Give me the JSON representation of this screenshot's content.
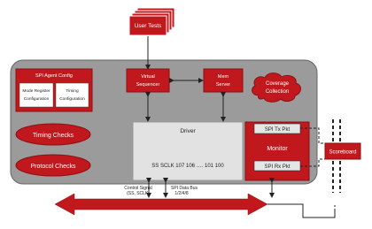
{
  "colors": {
    "red": "#c0181d",
    "red_dark": "#8d0f12",
    "env_gray": "#9b9b9b",
    "driver_gray": "#e2e2e2",
    "monitor_inner": "#e6e6e6",
    "white": "#ffffff",
    "line": "#222222"
  },
  "user_tests": {
    "label": "User Tests"
  },
  "spi_agent_config": {
    "title": "SPI Agent Config",
    "mode_register_label": "Mode Register Configuration",
    "timing_config_label": "Timing Configuration"
  },
  "virtual_sequencer": {
    "label": "Virtual Sequencer"
  },
  "mem_server": {
    "label": "Mem Server"
  },
  "coverage_collection": {
    "label": "Coverage Collection"
  },
  "timing_checks": {
    "label": "Timing Checks"
  },
  "protocol_checks": {
    "label": "Protocol Checks"
  },
  "driver": {
    "title": "Driver",
    "signals": "SS SCLK 107 106 …. 101 100"
  },
  "monitor": {
    "title": "Monitor",
    "tx_label": "SPI Tx Pkt",
    "rx_label": "SPI Rx Pkt"
  },
  "scoreboard": {
    "label": "Scoreboard"
  },
  "control_signal": {
    "label": "Control Signal (SS, SCLK)"
  },
  "spi_data_bus": {
    "label": "SPI Data Bus 1/2/4/8"
  }
}
